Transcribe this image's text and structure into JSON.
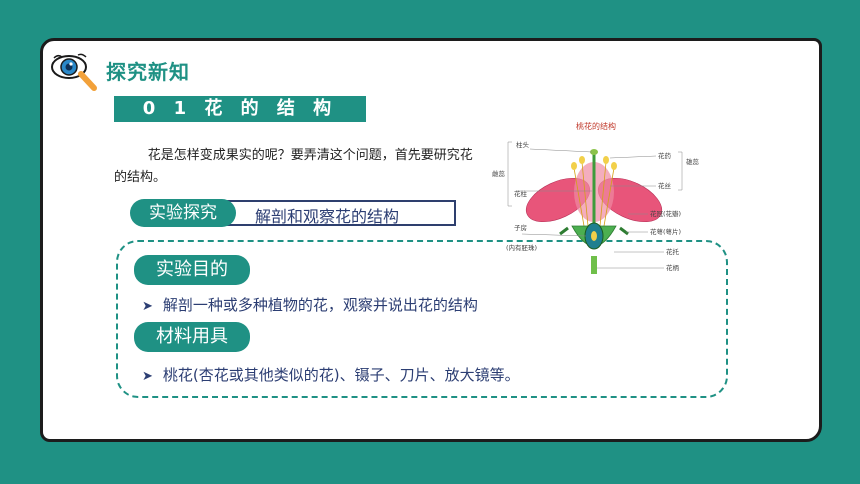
{
  "header": {
    "title": "探究新知",
    "subtitle": "0 1 花 的 结 构"
  },
  "intro": "花是怎样变成果实的呢？要弄清这个问题，首先要研究花的结构。",
  "experiment": {
    "label": "实验探究",
    "title": "解剖和观察花的结构"
  },
  "goal": {
    "label": "实验目的",
    "text": "解剖一种或多种植物的花，观察并说出花的结构"
  },
  "materials": {
    "label": "材料用具",
    "text": "桃花(杏花或其他类似的花)、镊子、刀片、放大镜等。"
  },
  "bullet_icon": "arrow-right-icon",
  "diagram": {
    "title": "桃花的结构",
    "labels": {
      "stigma": "柱头",
      "anther": "花药",
      "stamen": "雄蕊",
      "filament": "花丝",
      "pistil": "雌蕊",
      "style": "花柱",
      "corolla": "花冠(花瓣)",
      "ovary": "子房",
      "ovule_note": "(内有胚珠)",
      "calyx": "花萼(萼片)",
      "receptacle": "花托",
      "pedicel": "花柄"
    }
  },
  "colors": {
    "accent": "#1f9184",
    "text_blue": "#2c3e73",
    "petal": "#e8557a"
  }
}
